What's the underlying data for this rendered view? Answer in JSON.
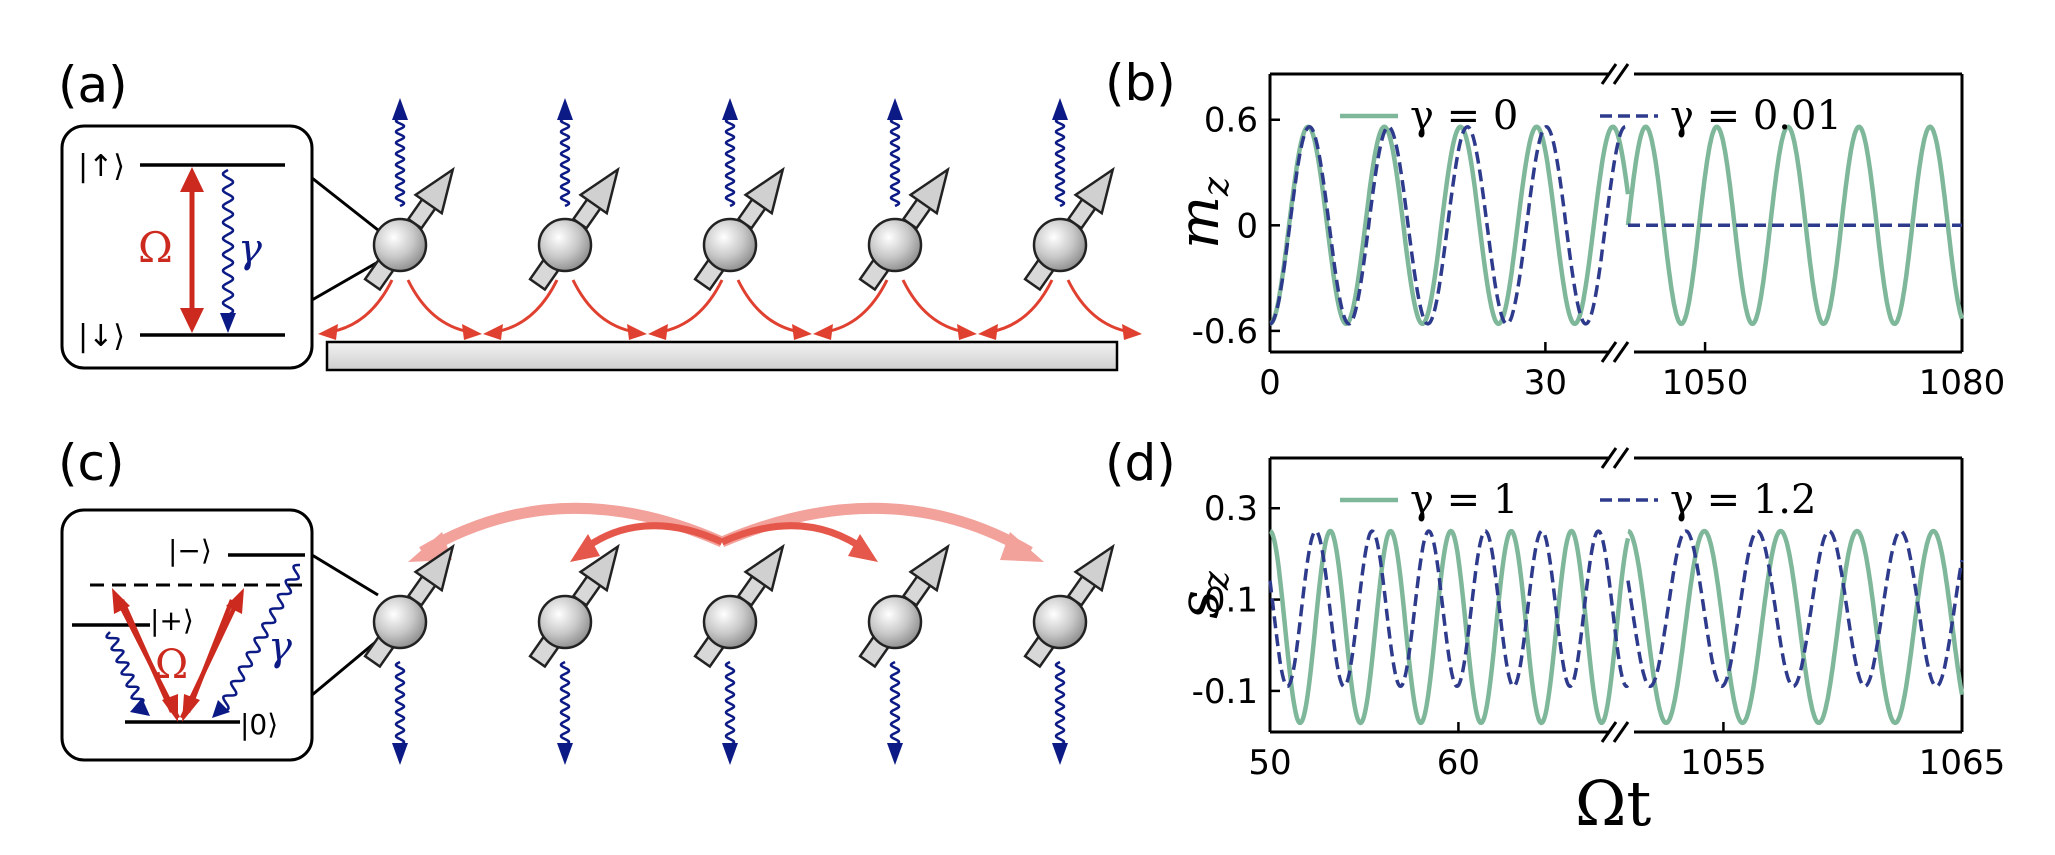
{
  "panels": {
    "a": {
      "label": "(a)",
      "up": "|↑⟩",
      "down": "|↓⟩",
      "omega": "Ω",
      "gamma": "γ"
    },
    "b": {
      "label": "(b)"
    },
    "c": {
      "label": "(c)",
      "minus": "|−⟩",
      "plus": "|+⟩",
      "zero": "|0⟩",
      "omega": "Ω",
      "gamma": "γ"
    },
    "d": {
      "label": "(d)"
    }
  },
  "shared_xlabel": "Ωt",
  "colors": {
    "red": "#e0402f",
    "blue": "#0c1a85",
    "green": "#7fb79a",
    "dash": "#2e3b8c",
    "salmon": "#f2a19b"
  },
  "chart_data": [
    {
      "type": "line",
      "panel": "b",
      "ylabel": "m_z",
      "yticks": [
        "0.6",
        "0",
        "-0.6"
      ],
      "ylim": [
        -0.72,
        0.86
      ],
      "broken_x": true,
      "segments": [
        {
          "xlim": [
            0,
            39
          ],
          "xticks": [
            "0",
            "30"
          ]
        },
        {
          "xlim": [
            1041,
            1080
          ],
          "xticks": [
            "1050",
            "1080"
          ]
        }
      ],
      "legend": [
        "γ = 0",
        "γ = 0.01"
      ],
      "series": [
        {
          "name": "γ = 0",
          "style": "solid",
          "amplitude": 0.56,
          "period": 8.3,
          "note": "steady oscillation"
        },
        {
          "name": "γ = 0.01",
          "style": "dashed",
          "amplitude": 0.56,
          "period": 8.6,
          "late_value": 0.0
        }
      ]
    },
    {
      "type": "line",
      "panel": "d",
      "ylabel": "s_z",
      "yticks": [
        "0.3",
        "0.1",
        "-0.1"
      ],
      "ylim": [
        -0.19,
        0.41
      ],
      "broken_x": true,
      "segments": [
        {
          "xlim": [
            50,
            69
          ],
          "xticks": [
            "50",
            "60"
          ]
        },
        {
          "xlim": [
            1051,
            1065
          ],
          "xticks": [
            "1055",
            "1065"
          ]
        }
      ],
      "legend": [
        "γ = 1",
        "γ = 1.2"
      ],
      "series": [
        {
          "name": "γ = 1",
          "style": "solid",
          "min": -0.17,
          "max": 0.25,
          "period": 3.2
        },
        {
          "name": "γ = 1.2",
          "style": "dashed",
          "min": -0.09,
          "max": 0.25,
          "period": 3.0
        }
      ]
    }
  ]
}
